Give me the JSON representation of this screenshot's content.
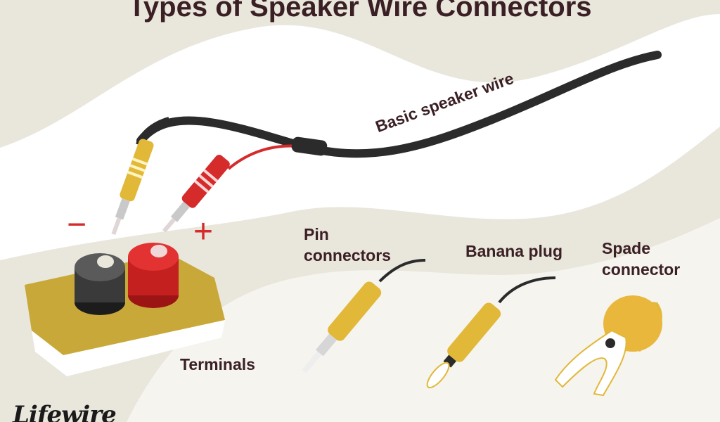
{
  "title": "Types of Speaker Wire Connectors",
  "labels": {
    "basic_speaker_wire": "Basic speaker wire",
    "pin_connectors_line1": "Pin",
    "pin_connectors_line2": "connectors",
    "banana_plug": "Banana plug",
    "spade_connector_line1": "Spade",
    "spade_connector_line2": "connector",
    "terminals": "Terminals",
    "minus_sign": "−",
    "plus_sign": "+"
  },
  "logo": {
    "text": "Lifewire"
  },
  "colors": {
    "background": "#e9e6dc",
    "wave": "#ffffff",
    "text": "#3a1f24",
    "gold": "#e2b838",
    "red": "#d52b2b",
    "black_wire": "#2b2b2b",
    "terminal_block": "#c9a83a"
  }
}
